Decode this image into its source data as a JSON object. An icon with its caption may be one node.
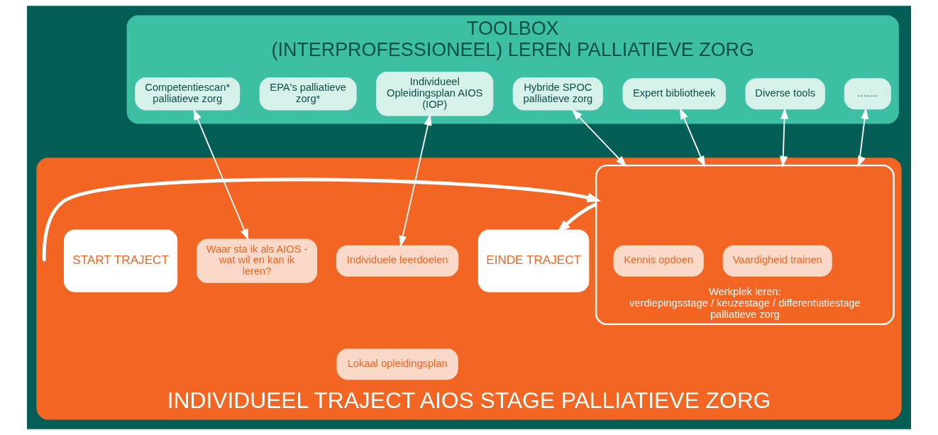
{
  "diagram": {
    "nodes": [
      {
        "text": [
          "TOOLBOX",
          "(INTERPROFESSIONEEL) LEREN PALLIATIEVE ZORG"
        ]
      },
      {
        "text": [
          "Competentiescan* palliatieve zorg"
        ],
        "in": 0
      },
      {
        "text": [
          "EPA's palliatieve zorg*"
        ],
        "in": 0
      },
      {
        "text": [
          "Individueel Opleidingsplan AIOS (IOP)"
        ],
        "in": 0
      },
      {
        "text": [
          "Hybride SPOC palliatieve zorg"
        ],
        "in": 0
      },
      {
        "text": [
          "Expert bibliotheek"
        ],
        "in": 0
      },
      {
        "text": [
          "Diverse tools"
        ],
        "in": 0
      },
      {
        "text": [
          "......."
        ],
        "in": 0
      },
      {
        "text": [
          "INDIVIDUEEL TRAJECT AIOS STAGE PALLIATIEVE ZORG"
        ]
      },
      {
        "text": [
          "START TRAJECT"
        ],
        "in": 8
      },
      {
        "text": [
          "Waar sta ik als AIOS - wat wil en kan ik leren?"
        ],
        "in": 8
      },
      {
        "text": [
          "Individuele leerdoelen"
        ],
        "in": 8
      },
      {
        "text": [
          "Lokaal opleidingsplan"
        ],
        "in": 8
      },
      {
        "text": [
          "Werkplek leren:",
          "verdiepingsstage / keuzestage / differentiatiestage palliatieve zorg"
        ],
        "in": 8
      },
      {
        "text": [
          "Kennis opdoen"
        ],
        "in": 13
      },
      {
        "text": [
          "Vaardigheid trainen"
        ],
        "in": 13
      },
      {
        "text": [
          "EINDE TRAJECT"
        ],
        "in": 8
      }
    ],
    "edges": [
      {
        "from": 1,
        "to": 10,
        "arrow": "both"
      },
      {
        "from": 3,
        "to": 11,
        "arrow": "both"
      },
      {
        "from": 4,
        "to": 13,
        "arrow": "both"
      },
      {
        "from": 5,
        "to": 13,
        "arrow": "both"
      },
      {
        "from": 6,
        "to": 13,
        "arrow": "both"
      },
      {
        "from": 7,
        "to": 13,
        "arrow": "both"
      },
      {
        "from": null,
        "to": 13,
        "arrow": "to",
        "style": "thick"
      },
      {
        "from": 13,
        "to": 16,
        "arrow": "to",
        "style": "thick"
      }
    ]
  }
}
